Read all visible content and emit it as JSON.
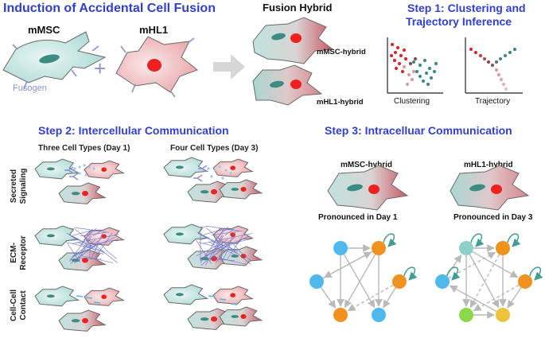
{
  "colors": {
    "heading_blue": "#2f3fd6",
    "teal_cell": "#bfe3df",
    "teal_nucleus": "#3d8c84",
    "red_cell": "#f3c4c4",
    "red_nucleus": "#ee2020",
    "fusogen": "#8a8fd8",
    "node_blue": "#4fb9ee",
    "node_orange": "#f0921e",
    "node_teal": "#8fd0c8",
    "node_green": "#8bd84a",
    "node_yellow": "#f0c23a",
    "arrow_gray": "#b9b9b9"
  },
  "panel_induction": {
    "title": "Induction of Accidental Cell Fusion",
    "mmsc_label": "mMSC",
    "mhl1_label": "mHL1",
    "fusogen_label": "Fusogen",
    "plus": "+",
    "fusion_title": "Fusion Hybrid",
    "hybrid1_label": "mMSC-hybrid",
    "hybrid2_label": "mHL1-hybrid"
  },
  "panel_step1": {
    "title_line1": "Step 1: Clustering and",
    "title_line2": "Trajectory Inference",
    "clustering_label": "Clustering",
    "trajectory_label": "Trajectory"
  },
  "panel_step2": {
    "title": "Step 2: Intercellular Communication",
    "col1_label": "Three Cell Types (Day 1)",
    "col2_label": "Four Cell Types (Day 3)",
    "rows": [
      {
        "line1": "Secreted",
        "line2": "Signaling"
      },
      {
        "line1": "ECM-",
        "line2": "Receptor"
      },
      {
        "line1": "Cell-Cell",
        "line2": "Contact"
      }
    ]
  },
  "panel_step3": {
    "title": "Step 3: Intracelluar Communication",
    "left_title": "mMSC-hybrid",
    "right_title": "mHL1-hybrid",
    "left_caption": "Pronounced in Day 1",
    "right_caption": "Pronounced in Day 3"
  }
}
